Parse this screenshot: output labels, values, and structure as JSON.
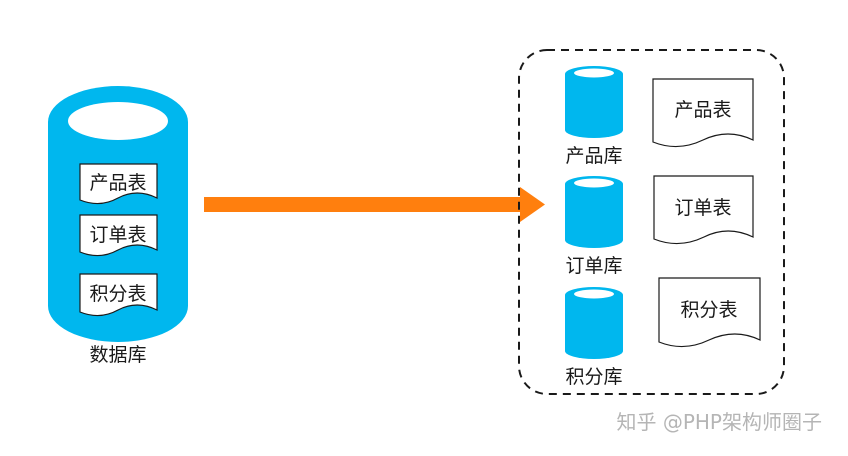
{
  "diagram": {
    "left_db": {
      "label": "数据库",
      "tables": [
        "产品表",
        "订单表",
        "积分表"
      ]
    },
    "right_group": {
      "databases": [
        {
          "label": "产品库",
          "table": "产品表"
        },
        {
          "label": "订单库",
          "table": "订单表"
        },
        {
          "label": "积分库",
          "table": "积分表"
        }
      ]
    },
    "watermark": "知乎 @PHP架构师圈子",
    "colors": {
      "cylinder": "#00b7ee",
      "arrow": "#ff7f0e",
      "border": "#1a1a1a"
    }
  }
}
